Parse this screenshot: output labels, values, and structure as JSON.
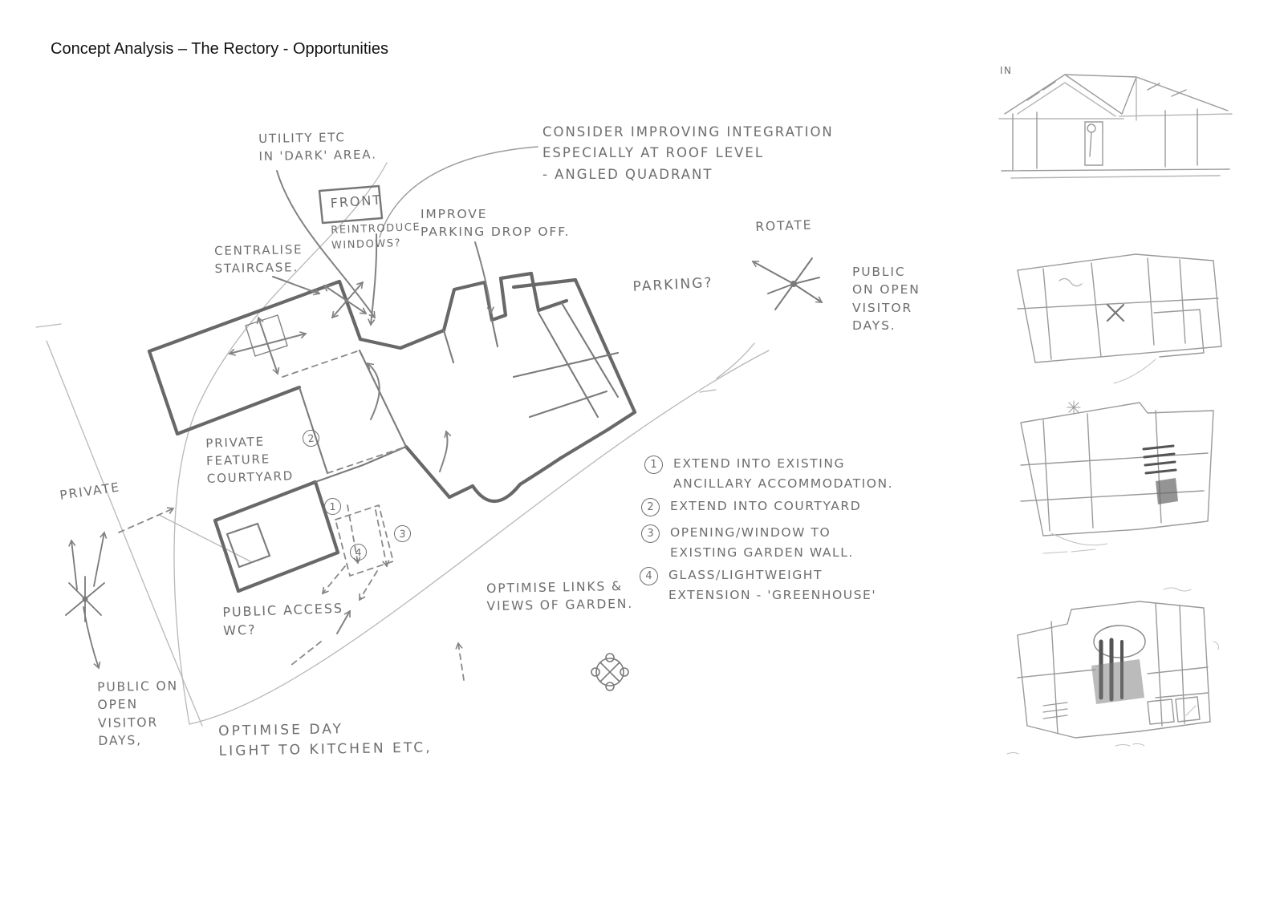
{
  "title": "Concept Analysis – The Rectory - Opportunities",
  "annotations": {
    "utility": "UTILITY ETC\nIN 'DARK' AREA.",
    "front": "FRONT",
    "reintroduce_windows": "REINTRODUCE\nWINDOWS?",
    "centralise_staircase": "CENTRALISE\nSTAIRCASE.",
    "improve_parking": "IMPROVE\nPARKING DROP OFF.",
    "consider_integration": "CONSIDER IMPROVING INTEGRATION\nESPECIALLY AT ROOF LEVEL\n- ANGLED QUADRANT",
    "rotate": "ROTATE",
    "parking_q": "PARKING?",
    "public_open_days_right": "PUBLIC\nON OPEN\nVISITOR\nDAYS.",
    "private_feature_courtyard": "PRIVATE\nFEATURE\nCOURTYARD",
    "private": "PRIVATE",
    "optimise_links": "OPTIMISE LINKS &\nVIEWS OF GARDEN.",
    "public_access_wc": "PUBLIC ACCESS\nWC?",
    "public_open_days_left": "PUBLIC ON\nOPEN\nVISITOR\nDAYS,",
    "optimise_daylight": "OPTIMISE DAY\nLIGHT TO KITCHEN ETC,",
    "sketch_in": "IN"
  },
  "numbered_notes": [
    {
      "num": "1",
      "text": "EXTEND INTO EXISTING\nANCILLARY ACCOMMODATION."
    },
    {
      "num": "2",
      "text": "EXTEND INTO COURTYARD"
    },
    {
      "num": "3",
      "text": "OPENING/WINDOW TO\nEXISTING GARDEN WALL."
    },
    {
      "num": "4",
      "text": "GLASS/LIGHTWEIGHT\nEXTENSION - 'GREENHOUSE'"
    }
  ],
  "plan_markers": [
    "2",
    "1",
    "3",
    "4"
  ],
  "colors": {
    "pencil": "#777777",
    "pencil_light": "#aaaaaa",
    "ink": "#111111",
    "paper": "#ffffff"
  }
}
